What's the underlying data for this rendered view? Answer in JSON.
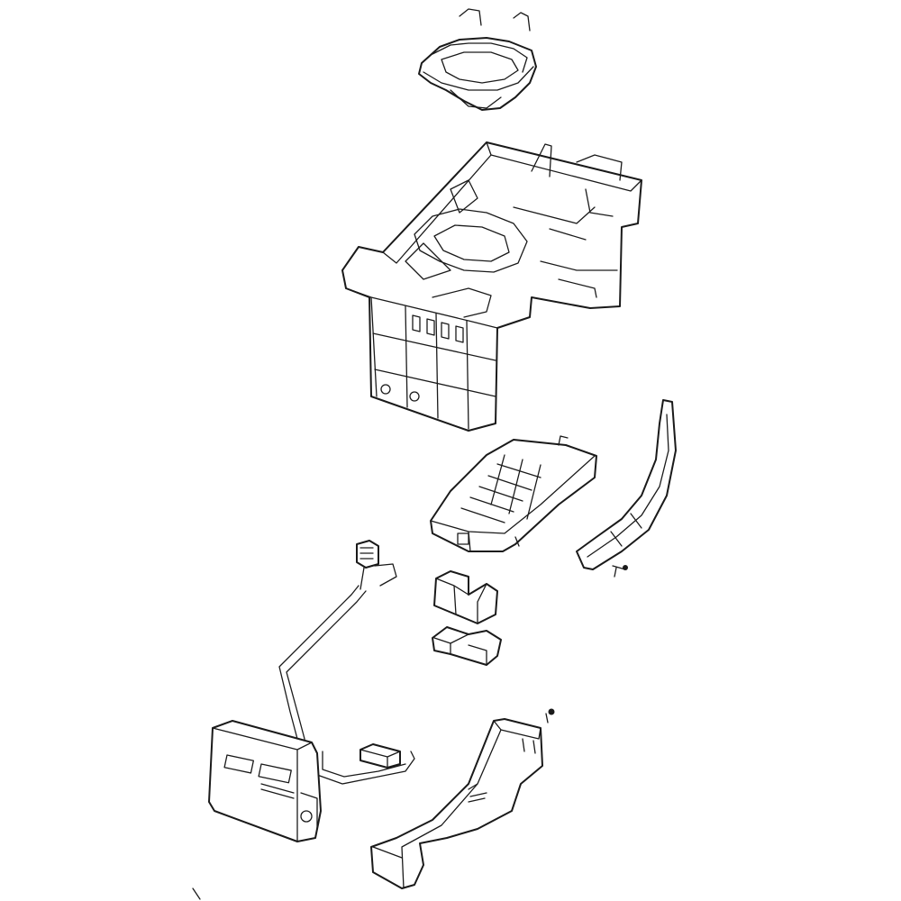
{
  "diagram": {
    "type": "exploded-parts-view",
    "colors": {
      "background": "#ffffff",
      "line": "#1a1a1a"
    },
    "parts": [
      "fill-cup",
      "ice-maker-housing",
      "ice-tray",
      "ejector-arm",
      "screw",
      "cover-bracket",
      "small-bracket",
      "wire-harness",
      "control-module",
      "heater-connector",
      "screw",
      "mounting-bracket"
    ]
  }
}
